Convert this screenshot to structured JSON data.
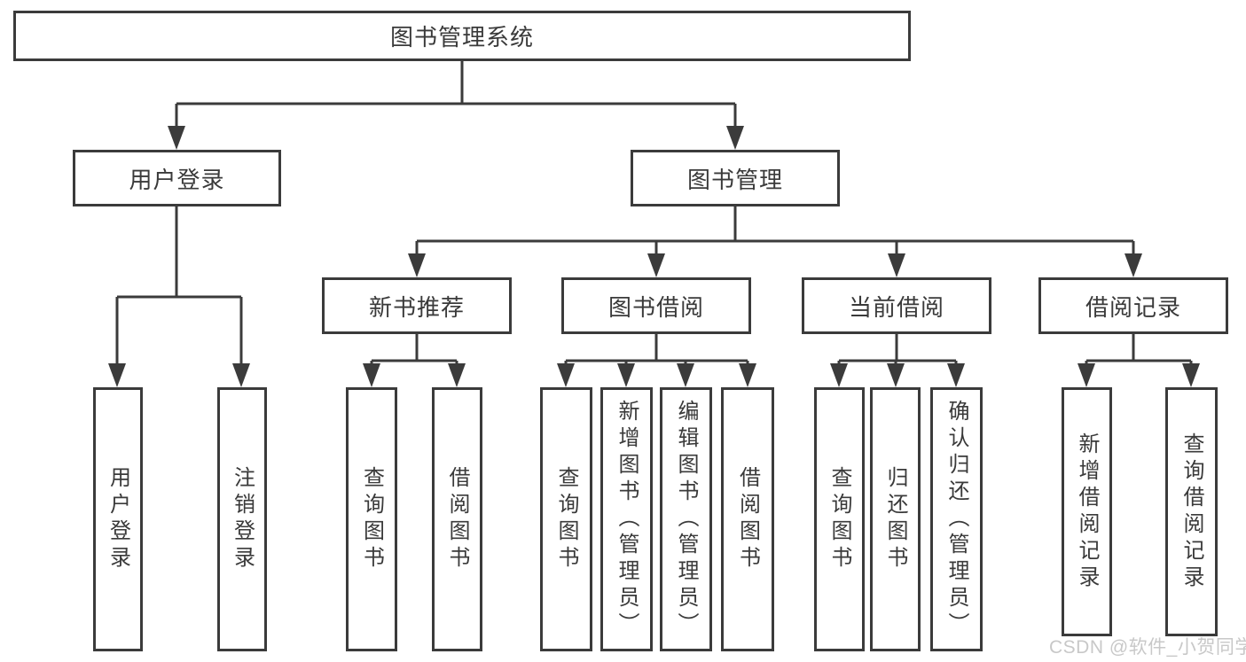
{
  "diagram": {
    "root": {
      "label": "图书管理系统"
    },
    "branches": {
      "user_login": {
        "label": "用户登录",
        "children": [
          {
            "label": "用户登录"
          },
          {
            "label": "注销登录"
          }
        ]
      },
      "book_management": {
        "label": "图书管理",
        "sections": [
          {
            "label": "新书推荐",
            "children": [
              {
                "label": "查询图书"
              },
              {
                "label": "借阅图书"
              }
            ]
          },
          {
            "label": "图书借阅",
            "children": [
              {
                "label": "查询图书"
              },
              {
                "label": "新增图书（管理员）"
              },
              {
                "label": "编辑图书（管理员）"
              },
              {
                "label": "借阅图书"
              }
            ]
          },
          {
            "label": "当前借阅",
            "children": [
              {
                "label": "查询图书"
              },
              {
                "label": "归还图书"
              },
              {
                "label": "确认归还（管理员）"
              }
            ]
          },
          {
            "label": "借阅记录",
            "children": [
              {
                "label": "新增借阅记录"
              },
              {
                "label": "查询借阅记录"
              }
            ]
          }
        ]
      }
    },
    "watermark": "CSDN @软件_小贺同学",
    "colors": {
      "line": "#3b3b3b",
      "text": "#3a3a3a",
      "box_fill": "#ffffff",
      "watermark": "#c8c8c8",
      "background": "#ffffff"
    }
  }
}
